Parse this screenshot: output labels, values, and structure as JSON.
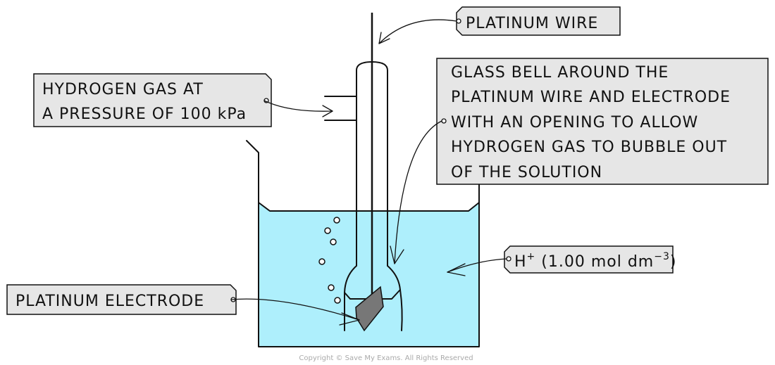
{
  "labels": {
    "platinum_wire": "PLATINUM WIRE",
    "hydrogen_gas": [
      "HYDROGEN GAS AT",
      "A PRESSURE OF 100 kPa"
    ],
    "glass_bell": [
      "GLASS BELL AROUND THE",
      "PLATINUM WIRE AND ELECTRODE",
      "WITH AN OPENING TO ALLOW",
      "HYDROGEN GAS TO BUBBLE OUT",
      "OF THE SOLUTION"
    ],
    "platinum_electrode": "PLATINUM ELECTRODE",
    "h_plus": {
      "base": "H",
      "sup": "+",
      "text": " (1.00 mol dm",
      "exp": "−3",
      "close": ")"
    }
  },
  "copyright": "Copyright © Save My Exams. All Rights Reserved",
  "colors": {
    "solution": "#aeeffc",
    "label_bg": "#e6e6e6",
    "electrode": "#777777"
  }
}
